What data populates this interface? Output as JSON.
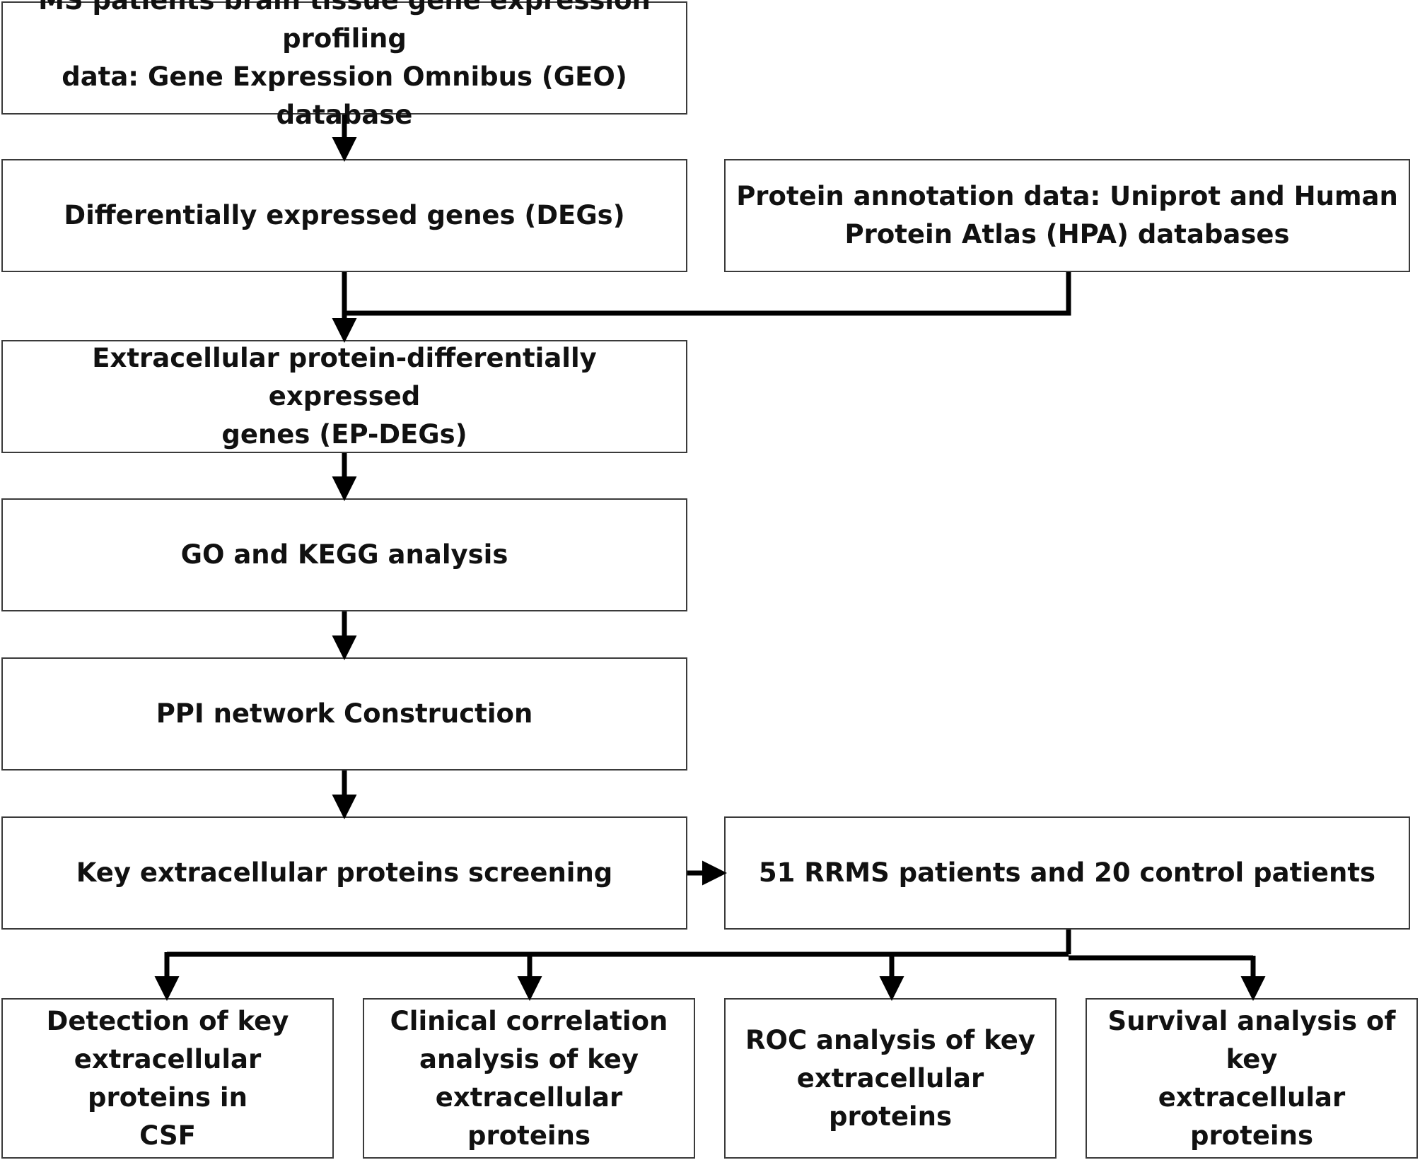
{
  "colors": {
    "line": "#000000",
    "box_border": "#3a3a3a",
    "text": "#111111",
    "background": "#ffffff"
  },
  "boxes": {
    "geo_data": "MS patients brain tissue gene expression profiling\ndata: Gene Expression Omnibus (GEO) database",
    "degs": "Differentially expressed genes (DEGs)",
    "protein_annotation": "Protein annotation data: Uniprot and Human\nProtein Atlas (HPA) databases",
    "ep_degs": "Extracellular protein-differentially expressed\ngenes (EP-DEGs)",
    "go_kegg": "GO and KEGG analysis",
    "ppi": "PPI network Construction",
    "key_screening": "Key extracellular proteins screening",
    "patients": "51 RRMS patients and 20 control patients",
    "detection_csf": "Detection of key\nextracellular proteins in\nCSF",
    "clinical_correlation": "Clinical correlation\nanalysis of key\nextracellular proteins",
    "roc": "ROC analysis of key\nextracellular proteins",
    "survival": "Survival analysis of key\nextracellular proteins"
  }
}
